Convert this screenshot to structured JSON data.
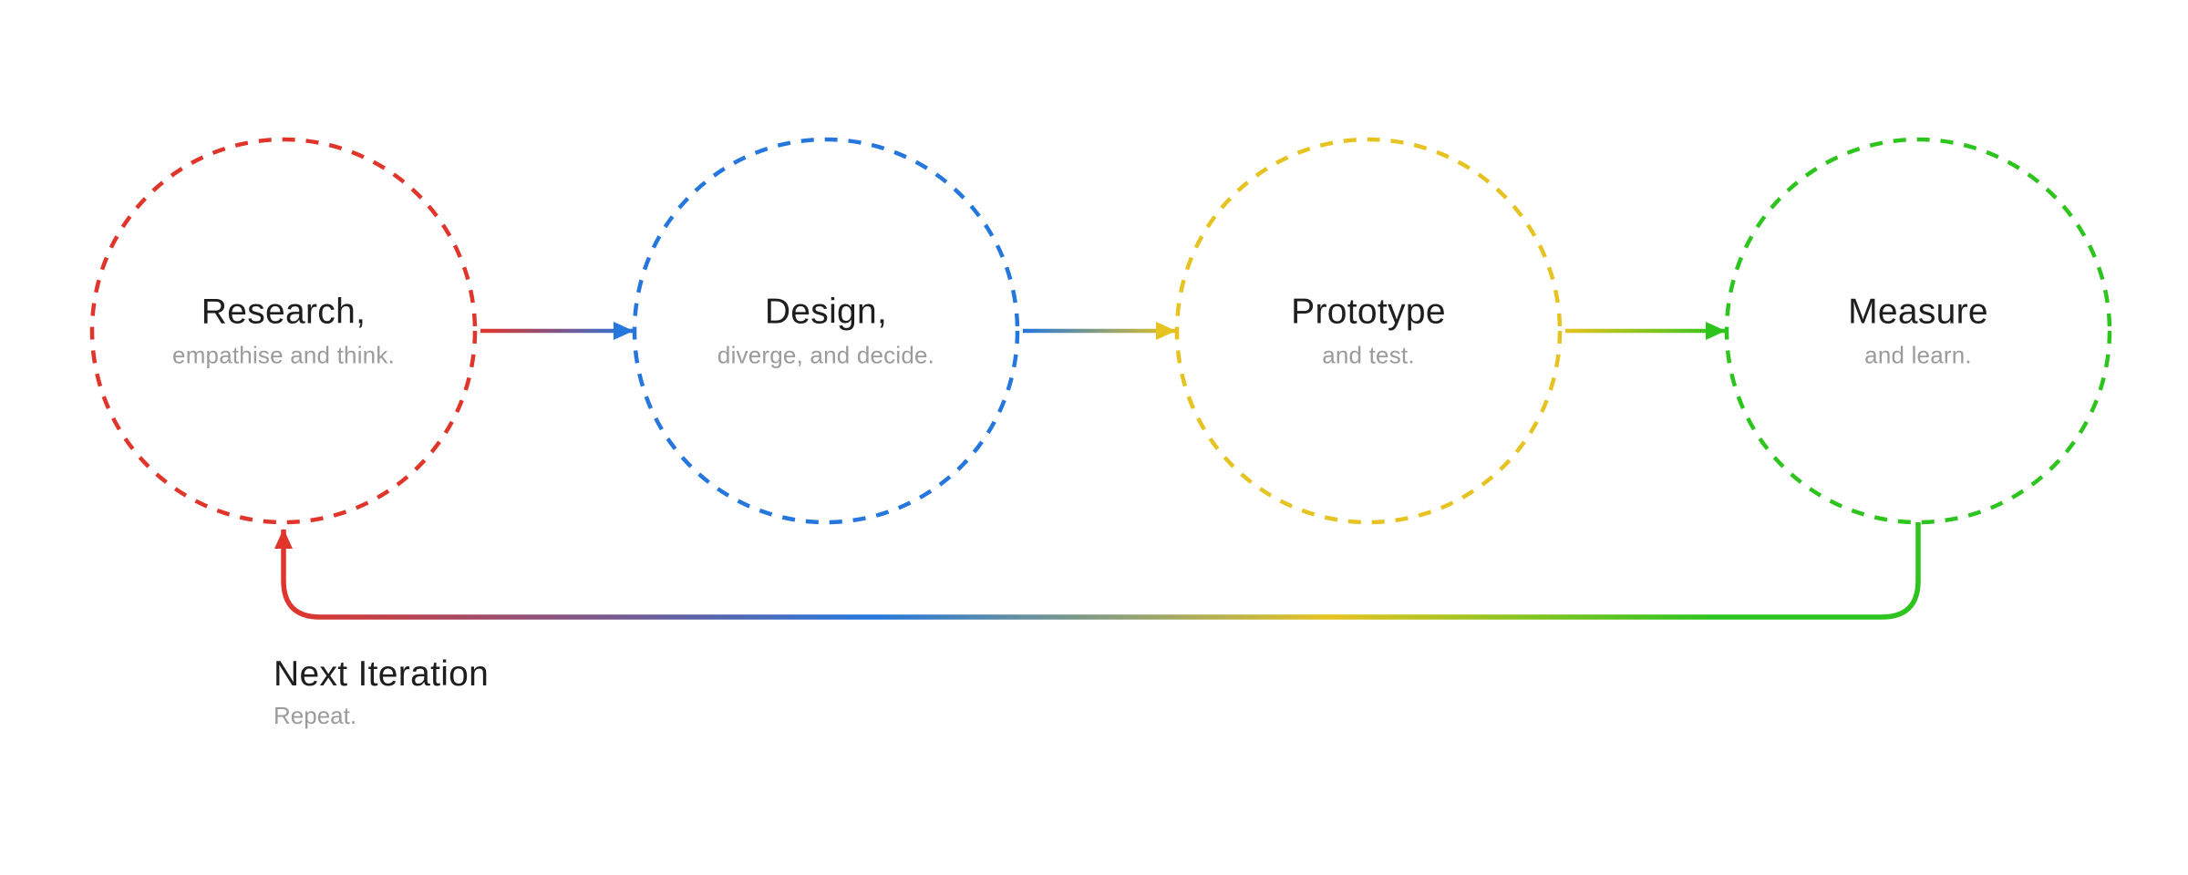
{
  "diagram": {
    "stages": [
      {
        "title": "Research,",
        "subtitle": "empathise and think.",
        "color": "#e0352b"
      },
      {
        "title": "Design,",
        "subtitle": "diverge, and decide.",
        "color": "#2577dd"
      },
      {
        "title": "Prototype",
        "subtitle": "and test.",
        "color": "#e6c321"
      },
      {
        "title": "Measure",
        "subtitle": "and learn.",
        "color": "#2ec41e"
      }
    ],
    "loop": {
      "title": "Next Iteration",
      "subtitle": "Repeat."
    }
  }
}
